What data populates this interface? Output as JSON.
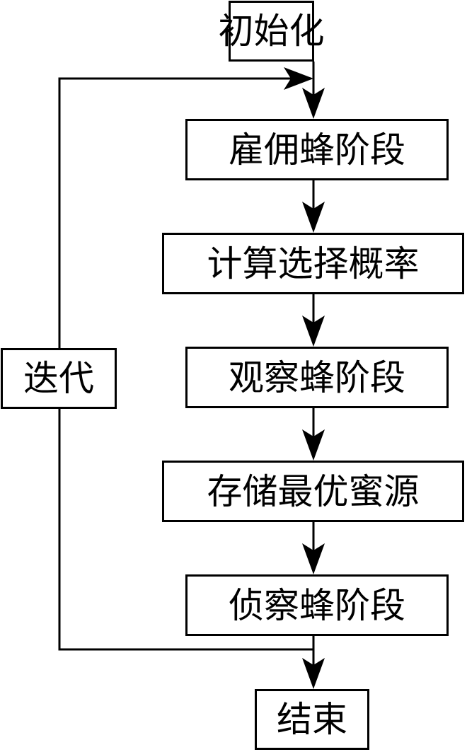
{
  "flowchart": {
    "steps": {
      "init": "初始化",
      "employed_bee_phase": "雇佣蜂阶段",
      "compute_selection_probability": "计算选择概率",
      "onlooker_bee_phase": "观察蜂阶段",
      "store_best_source": "存储最优蜜源",
      "scout_bee_phase": "侦察蜂阶段",
      "iterate": "迭代",
      "end": "结束"
    },
    "colors": {
      "line": "#000000",
      "box_fill": "#ffffff",
      "text": "#000000"
    }
  }
}
